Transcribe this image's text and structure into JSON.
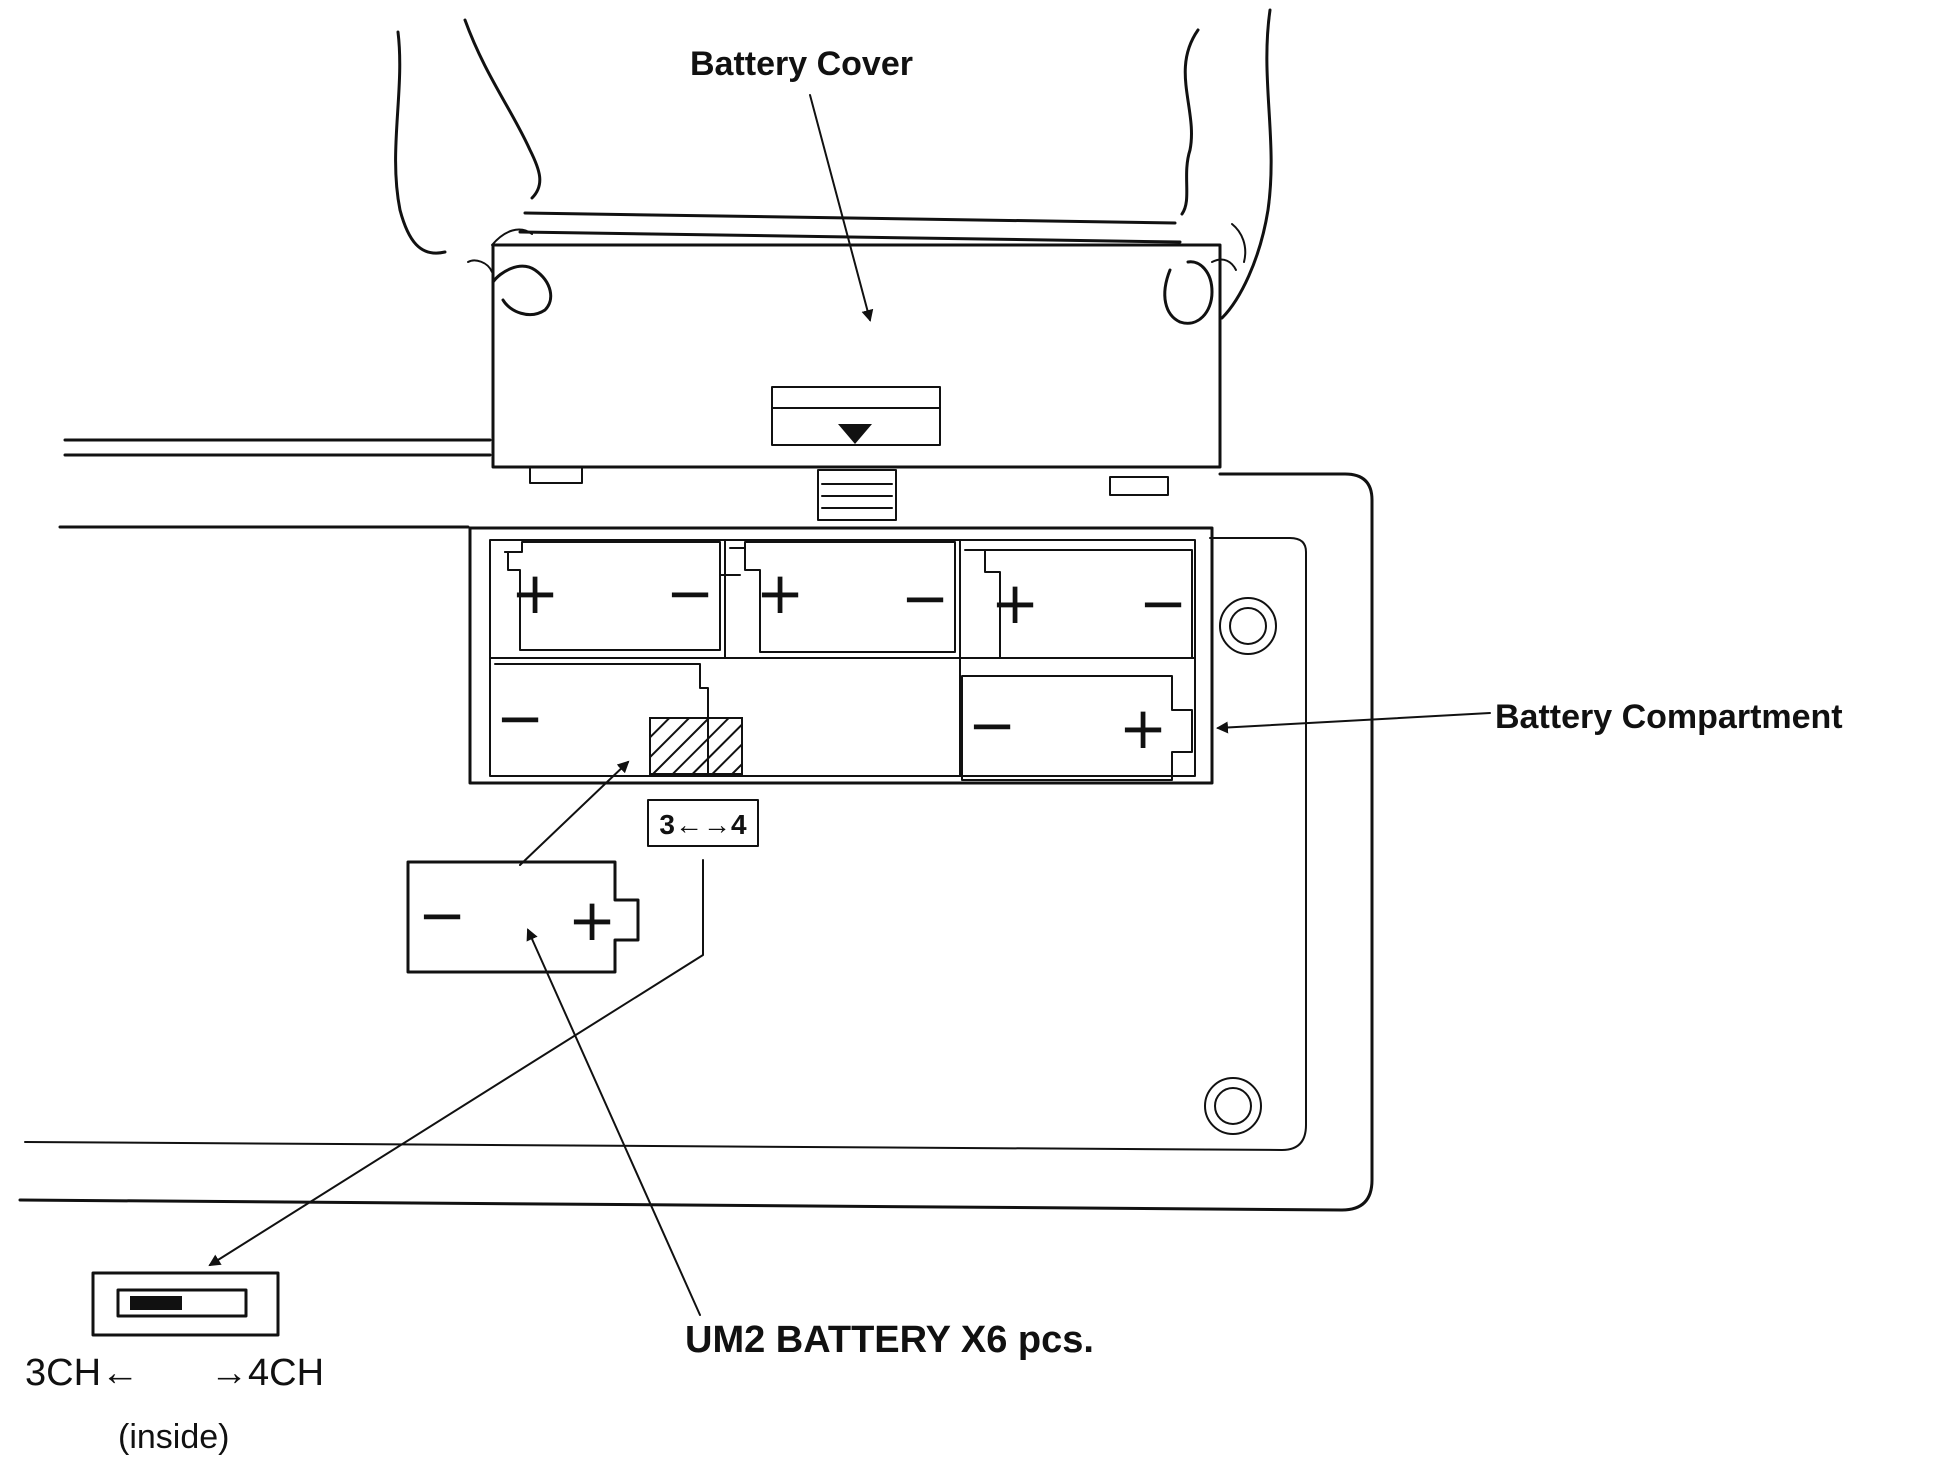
{
  "labels": {
    "battery_cover": "Battery Cover",
    "battery_compartment": "Battery Compartment",
    "battery_spec": "UM2 BATTERY X6 pcs.",
    "switch_marking": "3←→4",
    "switch_left": "3CH←",
    "switch_right": "→4CH",
    "switch_note": "(inside)"
  },
  "polarity": {
    "plus": "+",
    "minus": "−"
  },
  "colors": {
    "ink": "#111111",
    "paper": "#ffffff"
  }
}
